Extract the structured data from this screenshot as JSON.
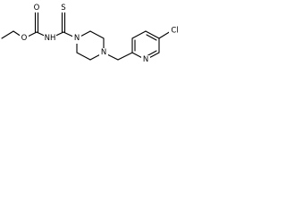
{
  "molecule": {
    "atoms": {
      "carbonyl_o": "O",
      "ester_o": "O",
      "amide_nh": "NH",
      "thione_s": "S",
      "pip_n1": "N",
      "pip_n4": "N",
      "pyridine_n": "N",
      "chloro": "Cl"
    }
  },
  "colors": {
    "bond": "#000000",
    "label": "#000000",
    "background": "#ffffff"
  }
}
